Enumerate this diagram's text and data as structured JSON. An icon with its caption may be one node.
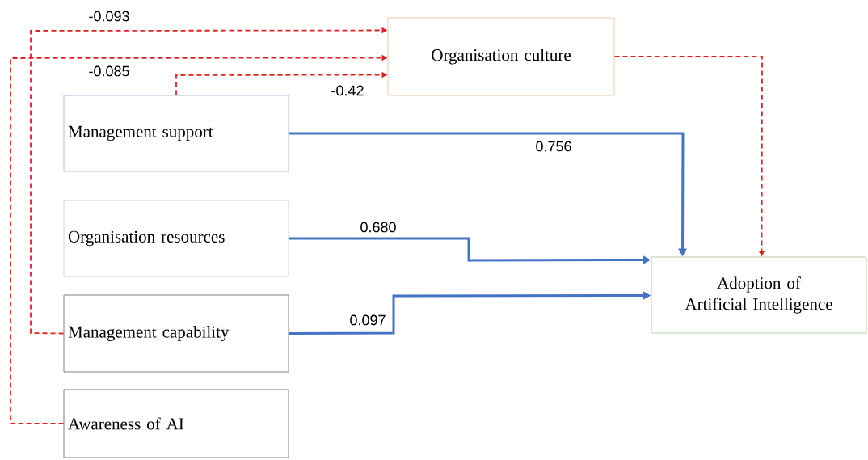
{
  "diagram": {
    "nodes": [
      {
        "text": [
          "Organisation culture"
        ]
      },
      {
        "text": [
          "Management support"
        ]
      },
      {
        "text": [
          "Organisation resources"
        ]
      },
      {
        "text": [
          "Management capability"
        ]
      },
      {
        "text": [
          "Awareness of AI"
        ]
      },
      {
        "text": [
          "Adoption of Artificial Intelligence"
        ]
      }
    ],
    "edges": [
      {
        "from": 3,
        "to": 0,
        "arrow": "to",
        "label": "-0.093",
        "style": "dashed",
        "color": "#e02020"
      },
      {
        "from": 4,
        "to": 0,
        "arrow": "to",
        "label": "-0.085",
        "style": "dashed",
        "color": "#e02020"
      },
      {
        "from": 1,
        "to": 0,
        "arrow": "to",
        "label": "-0.42",
        "style": "dashed",
        "color": "#e02020"
      },
      {
        "from": 0,
        "to": 5,
        "arrow": "to",
        "style": "dashed",
        "color": "#e02020"
      },
      {
        "from": 1,
        "to": 5,
        "arrow": "to",
        "label": "0.756",
        "color": "#4472c4"
      },
      {
        "from": 2,
        "to": 5,
        "arrow": "to",
        "label": "0.680",
        "color": "#4472c4"
      },
      {
        "from": 3,
        "to": 5,
        "arrow": "to",
        "label": "0.097",
        "color": "#4472c4"
      }
    ]
  }
}
